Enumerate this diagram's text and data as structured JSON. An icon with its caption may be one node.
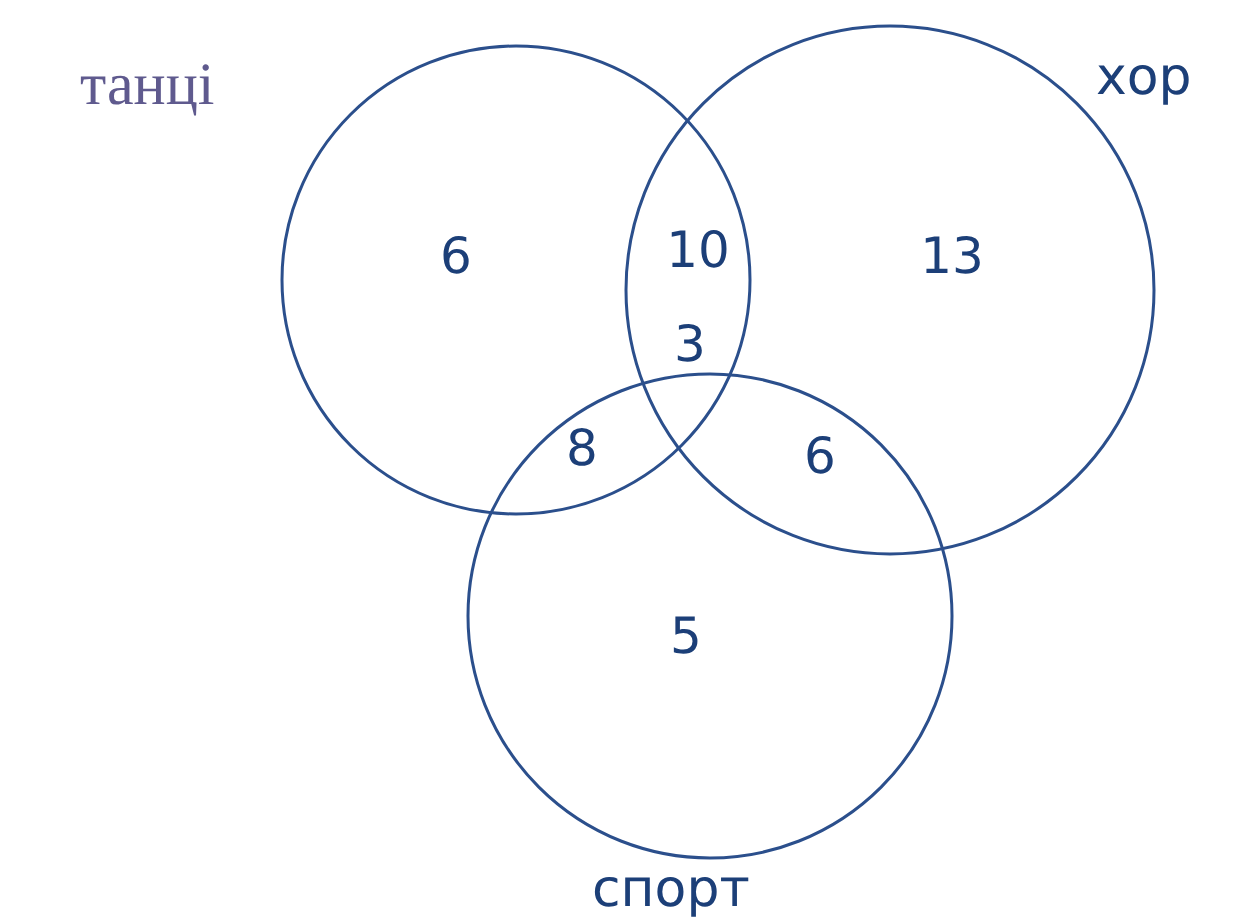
{
  "diagram": {
    "nodes": [
      {
        "text": [
          "танці"
        ]
      },
      {
        "text": [
          "хор"
        ]
      },
      {
        "text": [
          "спорт"
        ]
      }
    ],
    "labels": [
      "6",
      "10",
      "13",
      "3",
      "8",
      "6",
      "5"
    ]
  }
}
